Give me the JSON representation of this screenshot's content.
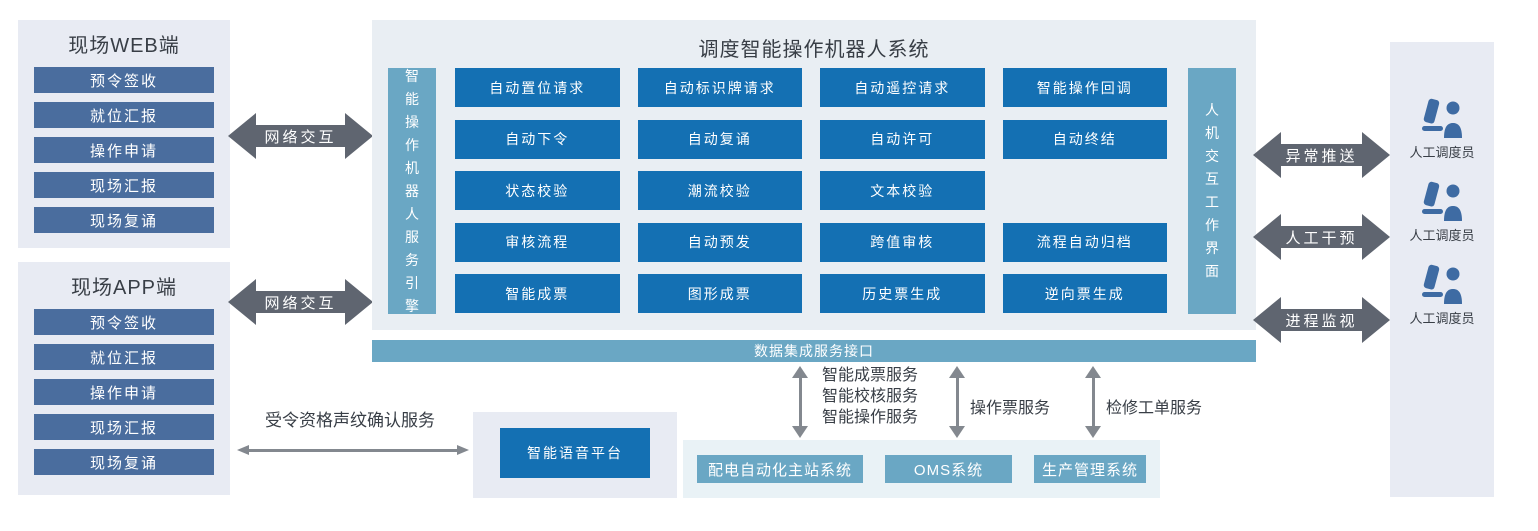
{
  "colors": {
    "panel_bg": "#e8ebf3",
    "slate_bar": "#4a6d9e",
    "primary_blue": "#1470b3",
    "teal": "#6aa7c4",
    "center_bg": "#e9eef3",
    "systems_bg": "#e9f2f6",
    "arrow_dark": "#5f6570",
    "arrow_gray": "#83888f",
    "icon_blue": "#3e6ba3",
    "text_dark": "#383e46"
  },
  "web_panel": {
    "title": "现场WEB端",
    "items": [
      "预令签收",
      "就位汇报",
      "操作申请",
      "现场汇报",
      "现场复诵"
    ]
  },
  "app_panel": {
    "title": "现场APP端",
    "items": [
      "预令签收",
      "就位汇报",
      "操作申请",
      "现场汇报",
      "现场复诵"
    ]
  },
  "network_links": {
    "web_label": "网络交互",
    "app_label": "网络交互"
  },
  "central": {
    "title": "调度智能操作机器人系统",
    "left_bar": "智能操作机器人服务引擎",
    "right_bar": "人机交互工作界面",
    "buttons": [
      "自动置位请求",
      "自动标识牌请求",
      "自动遥控请求",
      "智能操作回调",
      "自动下令",
      "自动复诵",
      "自动许可",
      "自动终结",
      "状态校验",
      "潮流校验",
      "文本校验",
      "审核流程",
      "自动预发",
      "跨值审核",
      "流程自动归档",
      "智能成票",
      "图形成票",
      "历史票生成",
      "逆向票生成"
    ]
  },
  "integration": {
    "bar_label": "数据集成服务接口",
    "service_group": [
      "智能成票服务",
      "智能校核服务",
      "智能操作服务"
    ],
    "ticket_service_label": "操作票服务",
    "repair_service_label": "检修工单服务",
    "systems": [
      "配电自动化主站系统",
      "OMS系统",
      "生产管理系统"
    ]
  },
  "voice": {
    "service_label": "受令资格声纹确认服务",
    "platform_label": "智能语音平台"
  },
  "right_links": {
    "arrows": [
      "异常推送",
      "人工干预",
      "进程监视"
    ]
  },
  "dispatchers": [
    {
      "label": "人工调度员"
    },
    {
      "label": "人工调度员"
    },
    {
      "label": "人工调度员"
    }
  ]
}
